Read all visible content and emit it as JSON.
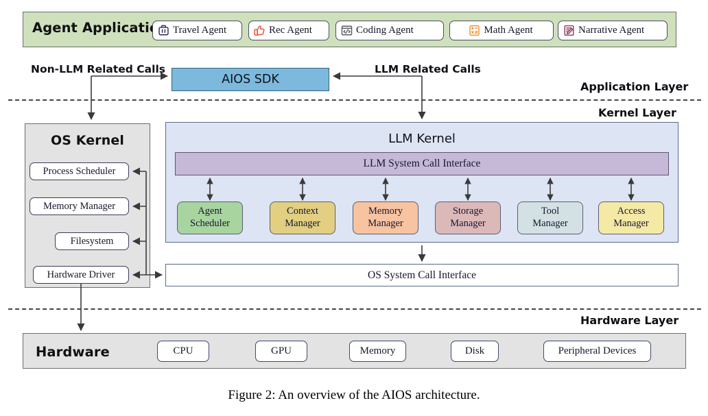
{
  "figure": {
    "caption": "Figure 2: An overview of the AIOS architecture."
  },
  "application_layer": {
    "label": "Application Layer",
    "bar_title": "Agent Applications",
    "bar_color": "#cfe0bd",
    "agents": [
      {
        "label": "Travel Agent",
        "icon": "suitcase-icon",
        "icon_color": "#2b2b5c"
      },
      {
        "label": "Rec Agent",
        "icon": "thumbs-up-icon",
        "icon_color": "#e8483c"
      },
      {
        "label": "Coding Agent",
        "icon": "code-window-icon",
        "icon_color": "#5a5a5a"
      },
      {
        "label": "Math Agent",
        "icon": "calculator-icon",
        "icon_color": "#f08c2e"
      },
      {
        "label": "Narrative Agent",
        "icon": "pencil-note-icon",
        "icon_color": "#8e3c63"
      }
    ],
    "sdk": {
      "label": "AIOS SDK",
      "color": "#7cb9dd"
    },
    "calls": {
      "non_llm": "Non-LLM Related Calls",
      "llm": "LLM Related Calls"
    }
  },
  "kernel_layer": {
    "label": "Kernel Layer",
    "os_kernel": {
      "title": "OS Kernel",
      "color": "#e3e3e3",
      "components": [
        "Process Scheduler",
        "Memory Manager",
        "Filesystem",
        "Hardware Driver"
      ]
    },
    "llm_kernel": {
      "title": "LLM Kernel",
      "color": "#dde4f4",
      "syscall_interface": {
        "label": "LLM System Call Interface",
        "color": "#c6b9d8"
      },
      "managers": [
        {
          "line1": "Agent",
          "line2": "Scheduler",
          "color": "#a8d4a0"
        },
        {
          "line1": "Context",
          "line2": "Manager",
          "color": "#e2cf82"
        },
        {
          "line1": "Memory",
          "line2": "Manager",
          "color": "#f7c3a0"
        },
        {
          "line1": "Storage",
          "line2": "Manager",
          "color": "#dcb9b9"
        },
        {
          "line1": "Tool",
          "line2": "Manager",
          "color": "#d3e1e4"
        },
        {
          "line1": "Access",
          "line2": "Manager",
          "color": "#f4eaa6"
        }
      ]
    },
    "os_syscall_interface": {
      "label": "OS System Call Interface",
      "color": "#ffffff"
    }
  },
  "hardware_layer": {
    "label": "Hardware Layer",
    "bar_title": "Hardware",
    "bar_color": "#e3e3e3",
    "components": [
      "CPU",
      "GPU",
      "Memory",
      "Disk",
      "Peripheral Devices"
    ]
  }
}
